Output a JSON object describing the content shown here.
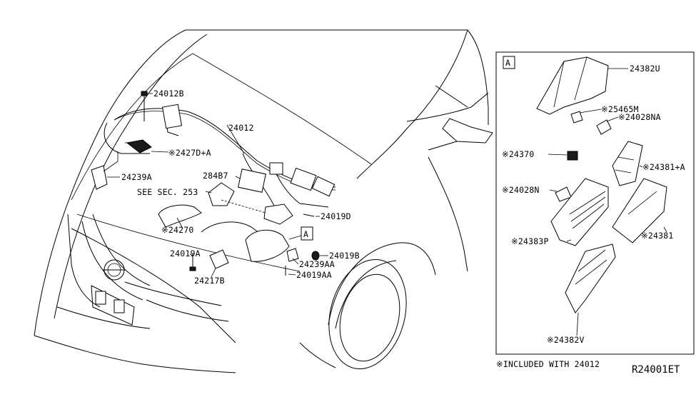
{
  "diagram_id": "R24001ET",
  "note": "※INCLUDED WITH 24012",
  "inset_marker": "A",
  "callout_marker": "A",
  "main_labels": {
    "l24012B": "24012B",
    "l24012": "24012",
    "l2427DA": "※2427D+A",
    "l24239A": "24239A",
    "l284B7": "284B7",
    "lSeeSec": "SEE SEC. 253",
    "l24019D": "24019D",
    "l24270": "※24270",
    "l24019A": "24019A",
    "l24019B": "24019B",
    "l24239AA": "24239AA",
    "l24019AA": "24019AA",
    "l24217B": "24217B"
  },
  "inset_labels": {
    "l24382U": "24382U",
    "l25465M": "※25465M",
    "l24028NA": "※24028NA",
    "l24370": "※24370",
    "l24381A": "※24381+A",
    "l24028N": "※24028N",
    "l24381": "※24381",
    "l24383P": "※24383P",
    "l24382V": "※24382V"
  }
}
